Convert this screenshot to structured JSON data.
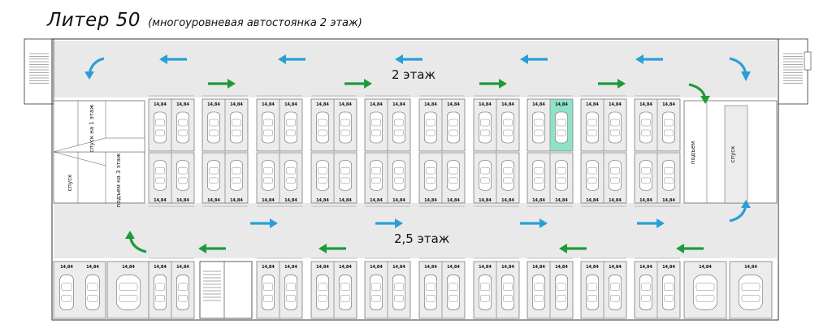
{
  "header": {
    "title": "Литер 50",
    "subtitle": "(многоуровневая автостоянка 2 этаж)"
  },
  "floors": {
    "upper": "2 этаж",
    "lower": "2,5 этаж"
  },
  "ramps": {
    "down_to_1": "спуск на 1 этаж",
    "down": "спуск",
    "up_to_3": "подъем на 3 этаж",
    "up": "подъем",
    "down_right": "спуск"
  },
  "spot_area_label": "14,84",
  "colors": {
    "blue_arrow": "#2a9fd6",
    "green_arrow": "#1f9a3a",
    "highlight": "#7ee0c3",
    "floor": "#e9e9e9"
  },
  "icons": [
    "stair-icon",
    "car-icon",
    "arrow-left-icon",
    "arrow-right-icon",
    "turn-arrow-icon"
  ]
}
